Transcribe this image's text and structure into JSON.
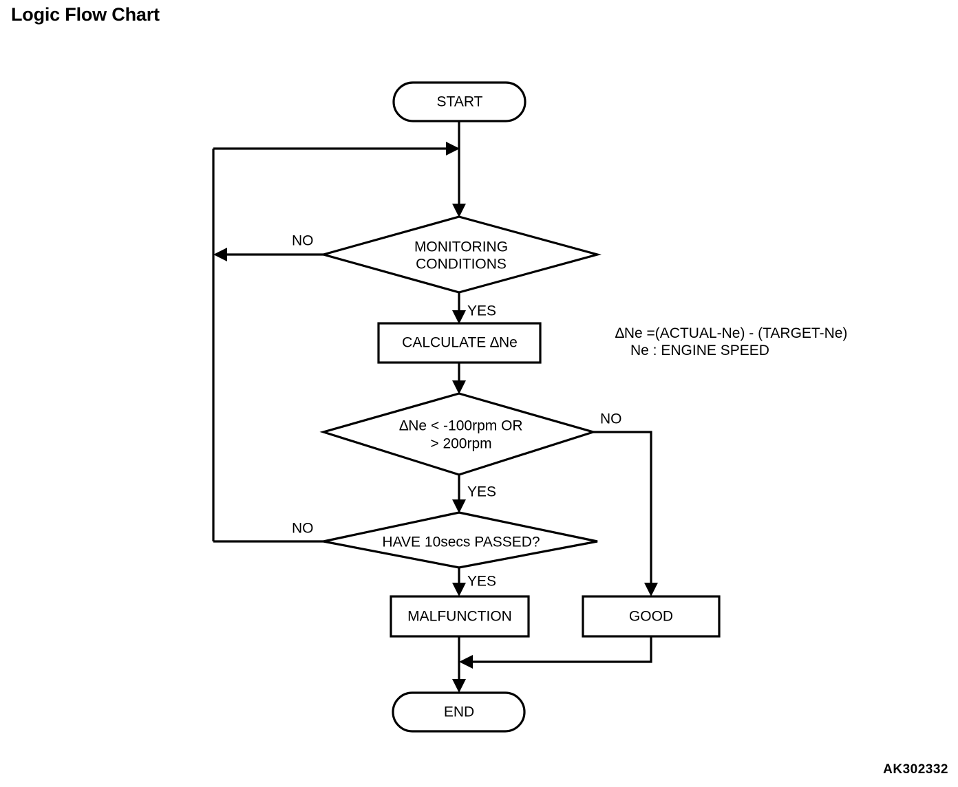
{
  "page": {
    "title": "Logic Flow Chart",
    "reference_code": "AK302332",
    "background_color": "#ffffff",
    "line_color": "#000000"
  },
  "legend": {
    "line1": "∆Ne =(ACTUAL-Ne) - (TARGET-Ne)",
    "line2": "Ne : ENGINE SPEED"
  },
  "chart_data": {
    "type": "diagram",
    "diagram_kind": "flowchart",
    "nodes": [
      {
        "id": "start",
        "shape": "terminator",
        "label": "START"
      },
      {
        "id": "monitoring",
        "shape": "decision",
        "label_line1": "MONITORING",
        "label_line2": "CONDITIONS"
      },
      {
        "id": "calculate",
        "shape": "process",
        "label": "CALCULATE  ∆Ne"
      },
      {
        "id": "threshold",
        "shape": "decision",
        "label_line1": "∆Ne < -100rpm OR",
        "label_line2": "> 200rpm"
      },
      {
        "id": "timer",
        "shape": "decision",
        "label": "HAVE 10secs PASSED?"
      },
      {
        "id": "malfunction",
        "shape": "process",
        "label": "MALFUNCTION"
      },
      {
        "id": "good",
        "shape": "process",
        "label": "GOOD"
      },
      {
        "id": "end",
        "shape": "terminator",
        "label": "END"
      }
    ],
    "edges": [
      {
        "from": "start",
        "to": "monitoring",
        "label": ""
      },
      {
        "from": "monitoring",
        "to": "loop-return",
        "label": "NO"
      },
      {
        "from": "monitoring",
        "to": "calculate",
        "label": "YES"
      },
      {
        "from": "calculate",
        "to": "threshold",
        "label": ""
      },
      {
        "from": "threshold",
        "to": "good",
        "label": "NO"
      },
      {
        "from": "threshold",
        "to": "timer",
        "label": "YES"
      },
      {
        "from": "timer",
        "to": "loop-return",
        "label": "NO"
      },
      {
        "from": "timer",
        "to": "malfunction",
        "label": "YES"
      },
      {
        "from": "malfunction",
        "to": "end",
        "label": ""
      },
      {
        "from": "good",
        "to": "end",
        "label": ""
      }
    ],
    "edge_labels": {
      "monitoring_no": "NO",
      "monitoring_yes": "YES",
      "threshold_no": "NO",
      "threshold_yes": "YES",
      "timer_no": "NO",
      "timer_yes": "YES"
    }
  }
}
